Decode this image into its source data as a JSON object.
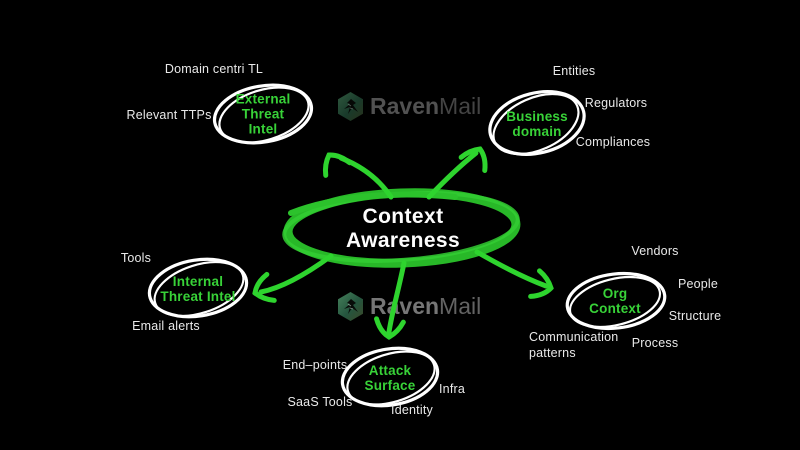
{
  "title": "Context Awareness mind map",
  "colors": {
    "background": "#000000",
    "arrow_green": "#2ed42e",
    "center_ellipse_green": "#28b828",
    "node_text_green": "#38d238",
    "node_stroke_white": "#ffffff",
    "satellite_text": "#e9e9e9",
    "watermark_gray": "#8f8f8f"
  },
  "watermark": {
    "brand_bold": "Raven",
    "brand_light": "Mail",
    "icon": "raven-hexagon-icon"
  },
  "center": {
    "label": "Context\nAwareness"
  },
  "nodes": {
    "external": {
      "label": "External\nThreat\nIntel"
    },
    "business": {
      "label": "Business\ndomain"
    },
    "internal": {
      "label": "Internal\nThreat Intel"
    },
    "attack": {
      "label": "Attack\nSurface"
    },
    "org": {
      "label": "Org\nContext"
    }
  },
  "satellites": {
    "domain_centri_tl": "Domain centri TL",
    "relevant_ttps": "Relevant TTPs",
    "entities": "Entities",
    "regulators": "Regulators",
    "compliances": "Compliances",
    "tools": "Tools",
    "email_alerts": "Email alerts",
    "end_points": "End–points",
    "saas_tools": "SaaS Tools",
    "infra": "Infra",
    "identity": "Identity",
    "vendors": "Vendors",
    "people": "People",
    "structure": "Structure",
    "process": "Process",
    "communication_patterns": "Communication\npatterns"
  }
}
